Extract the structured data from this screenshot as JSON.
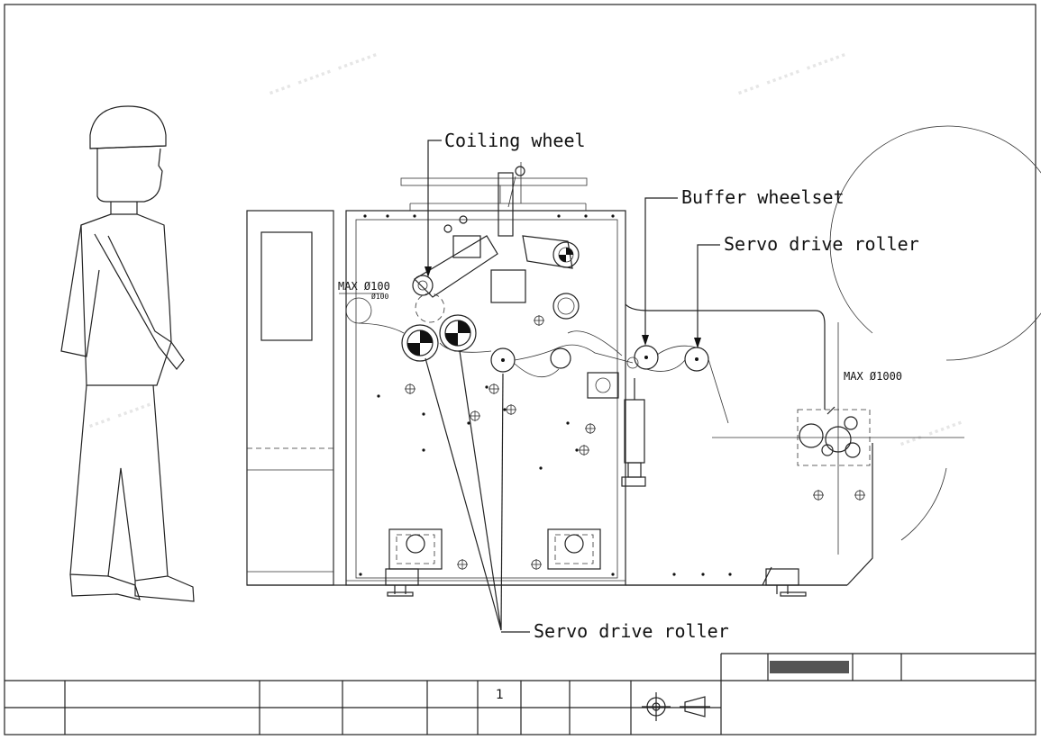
{
  "callouts": {
    "coiling_wheel": "Coiling wheel",
    "buffer_wheelset": "Buffer wheelset",
    "servo_drive_roller_top": "Servo drive roller",
    "servo_drive_roller_bottom": "Servo drive roller"
  },
  "dimensions": {
    "max_d100": "MAX Ø100",
    "d100_small": "Ø100",
    "max_d1000": "MAX Ø1000"
  },
  "title_block": {
    "sheet_number": "1"
  },
  "colors": {
    "line": "#222222",
    "title_bar_fill": "#555555",
    "watermark": "#e6e6e6"
  },
  "icons": [
    "operator-figure-icon",
    "projection-symbol-icon"
  ]
}
